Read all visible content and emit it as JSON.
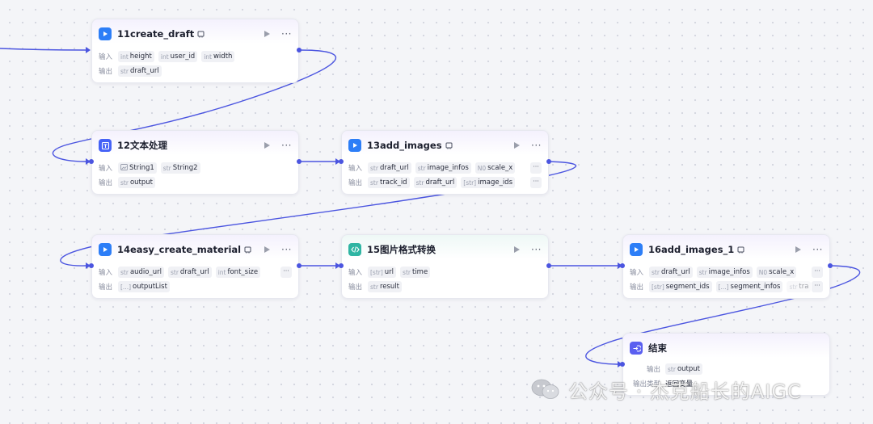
{
  "labels": {
    "input": "输入",
    "output": "输出",
    "output_type": "输出类型"
  },
  "colors": {
    "edge": "#4b55e0",
    "plugin_icon": "#2d7ef7",
    "text_icon": "#4562f6",
    "code_icon": "#2fb5a3",
    "end_icon": "#5a5ff0"
  },
  "nodes": [
    {
      "id": "n11",
      "title": "11create_draft",
      "icon": "plugin-play-icon",
      "inputs": [
        {
          "type": "int",
          "name": "height"
        },
        {
          "type": "int",
          "name": "user_id"
        },
        {
          "type": "int",
          "name": "width"
        }
      ],
      "outputs": [
        {
          "type": "str",
          "name": "draft_url"
        }
      ]
    },
    {
      "id": "n12",
      "title": "12文本处理",
      "icon": "text-processing-icon",
      "inputs": [
        {
          "type": "img",
          "name": "String1"
        },
        {
          "type": "str",
          "name": "String2"
        }
      ],
      "outputs": [
        {
          "type": "str",
          "name": "output"
        }
      ]
    },
    {
      "id": "n13",
      "title": "13add_images",
      "icon": "plugin-play-icon",
      "inputs": [
        {
          "type": "str",
          "name": "draft_url"
        },
        {
          "type": "str",
          "name": "image_infos"
        },
        {
          "type": "N0",
          "name": "scale_x"
        }
      ],
      "outputs": [
        {
          "type": "str",
          "name": "track_id"
        },
        {
          "type": "str",
          "name": "draft_url"
        },
        {
          "type": "[str]",
          "name": "image_ids"
        }
      ]
    },
    {
      "id": "n14",
      "title": "14easy_create_material",
      "icon": "plugin-play-icon",
      "inputs": [
        {
          "type": "str",
          "name": "audio_url"
        },
        {
          "type": "str",
          "name": "draft_url"
        },
        {
          "type": "int",
          "name": "font_size"
        }
      ],
      "outputs": [
        {
          "type": "[...]",
          "name": "outputList"
        }
      ]
    },
    {
      "id": "n15",
      "title": "15图片格式转换",
      "icon": "code-icon",
      "inputs": [
        {
          "type": "[str]",
          "name": "url"
        },
        {
          "type": "str",
          "name": "time"
        }
      ],
      "outputs": [
        {
          "type": "str",
          "name": "result"
        }
      ]
    },
    {
      "id": "n16",
      "title": "16add_images_1",
      "icon": "plugin-play-icon",
      "inputs": [
        {
          "type": "str",
          "name": "draft_url"
        },
        {
          "type": "str",
          "name": "image_infos"
        },
        {
          "type": "N0",
          "name": "scale_x"
        }
      ],
      "outputs": [
        {
          "type": "[str]",
          "name": "segment_ids"
        },
        {
          "type": "[...]",
          "name": "segment_infos"
        },
        {
          "type": "str",
          "name": "tra"
        }
      ]
    },
    {
      "id": "end",
      "title": "结束",
      "icon": "end-icon",
      "outputs": [
        {
          "type": "str",
          "name": "output"
        }
      ],
      "output_type_value": "返回变量"
    }
  ],
  "watermark": {
    "text": "公众号 · 杰克船长的AIGC",
    "logo_icon": "wechat-logo-icon"
  }
}
